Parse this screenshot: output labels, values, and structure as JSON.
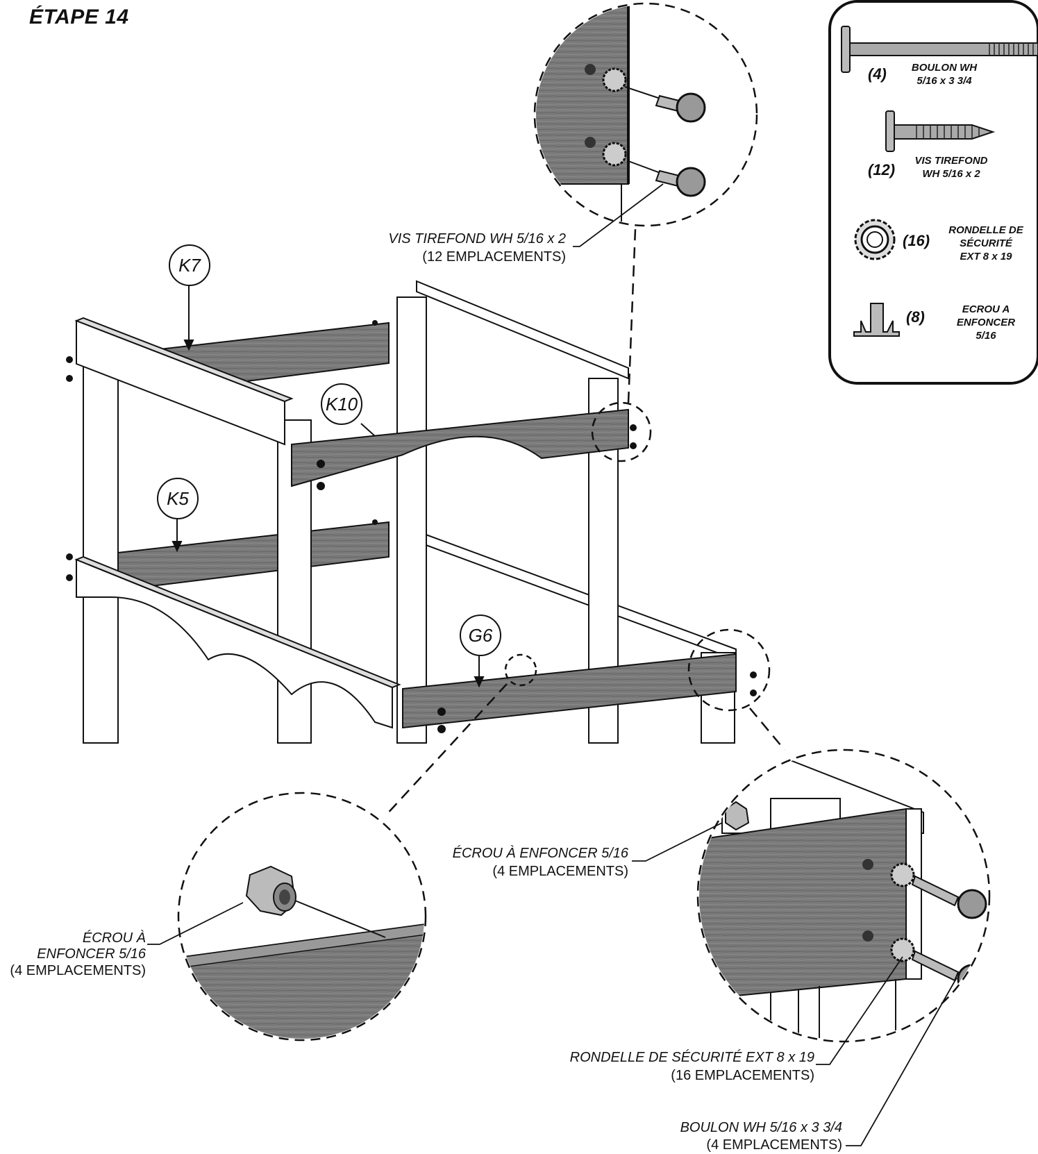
{
  "step_title": "ÉTAPE 14",
  "part_tags": [
    "K7",
    "K10",
    "K5",
    "G6"
  ],
  "callouts": {
    "lag_screw": {
      "name": "VIS TIREFOND WH 5/16 x 2",
      "count": "(12 EMPLACEMENTS)"
    },
    "tnut_center": {
      "name": "ÉCROU À ENFONCER 5/16",
      "count": "(4 EMPLACEMENTS)"
    },
    "tnut_left": {
      "line1": "ÉCROU À",
      "line2": "ENFONCER 5/16",
      "count": "(4 EMPLACEMENTS)"
    },
    "washer": {
      "name": "RONDELLE DE SÉCURITÉ EXT 8 x 19",
      "count": "(16 EMPLACEMENTS)"
    },
    "bolt": {
      "name": "BOULON WH 5/16 x 3 3/4",
      "count": "(4 EMPLACEMENTS)"
    }
  },
  "hardware_list": [
    {
      "qty": "(4)",
      "lines": [
        "BOULON WH",
        "5/16 x 3 3/4"
      ]
    },
    {
      "qty": "(12)",
      "lines": [
        "VIS TIREFOND",
        "WH 5/16 x 2"
      ]
    },
    {
      "qty": "(16)",
      "lines": [
        "RONDELLE DE",
        "SÉCURITÉ",
        "EXT 8 x 19"
      ]
    },
    {
      "qty": "(8)",
      "lines": [
        "ECROU A",
        "ENFONCER",
        "5/16"
      ]
    }
  ]
}
